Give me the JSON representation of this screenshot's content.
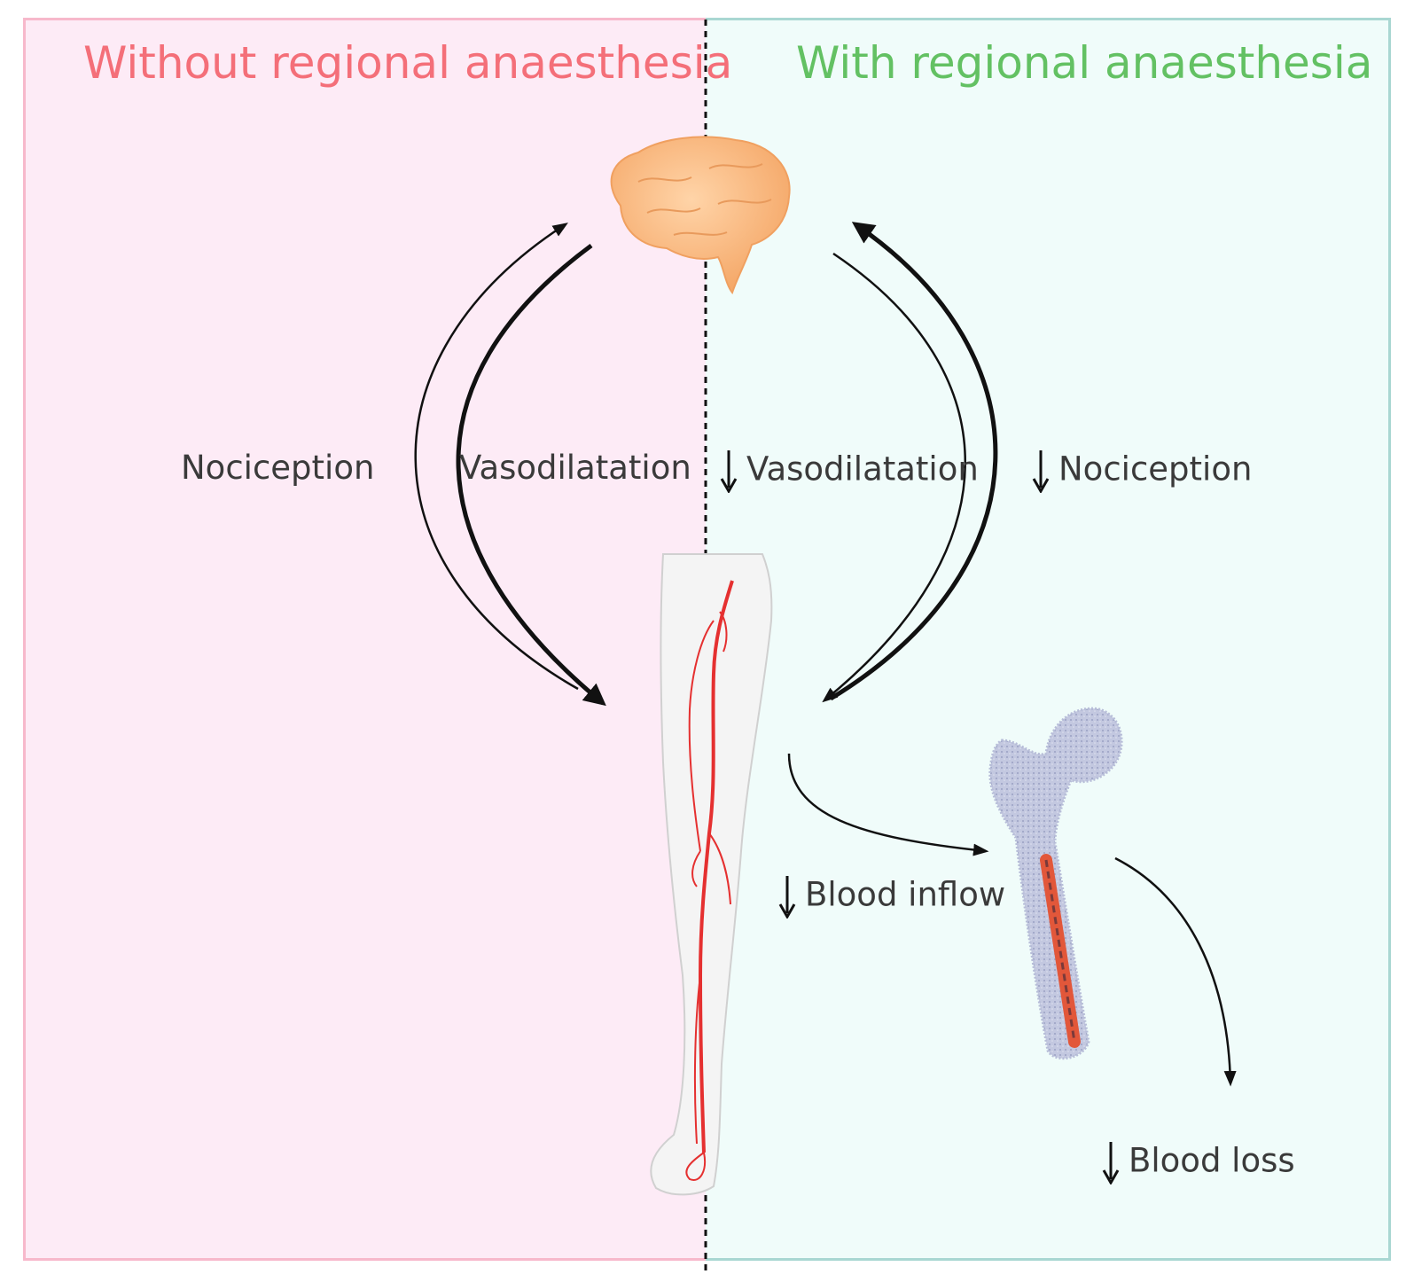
{
  "panels": {
    "left": {
      "title": "Without regional anaesthesia",
      "title_color": "#f46f79",
      "background": "#fdebf6",
      "labels": {
        "nociception": "Nociception",
        "vasodilatation": "Vasodilatation"
      }
    },
    "right": {
      "title": "With regional anaesthesia",
      "title_color": "#63c163",
      "background": "#f0fcfa",
      "labels": {
        "vasodilatation": "Vasodilatation",
        "nociception": "Nociception",
        "blood_inflow": "Blood inflow",
        "blood_loss": "Blood loss"
      }
    }
  },
  "icons": [
    "brain-icon",
    "leg-arteries-icon",
    "femur-icon",
    "down-arrow-icon"
  ]
}
